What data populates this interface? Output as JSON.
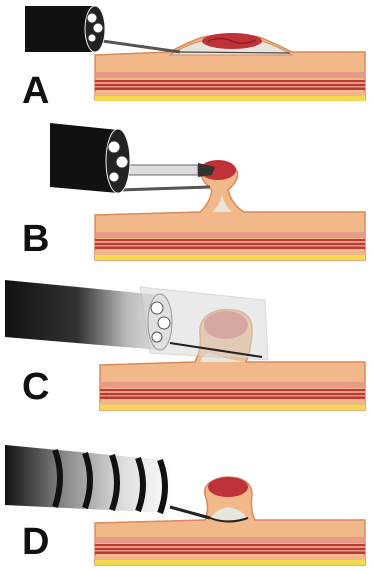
{
  "panels": [
    {
      "label": "A"
    },
    {
      "label": "B"
    },
    {
      "label": "C"
    },
    {
      "label": "D"
    }
  ],
  "colors": {
    "tissue_outer": "#f1b98a",
    "tissue_edge": "#d98a5a",
    "muscle": "#b83a33",
    "muscle_light": "#e79a84",
    "fat": "#f5d94f",
    "lesion": "#c0323a",
    "endoscope": "#111111",
    "cap": "#d9d9d9"
  }
}
